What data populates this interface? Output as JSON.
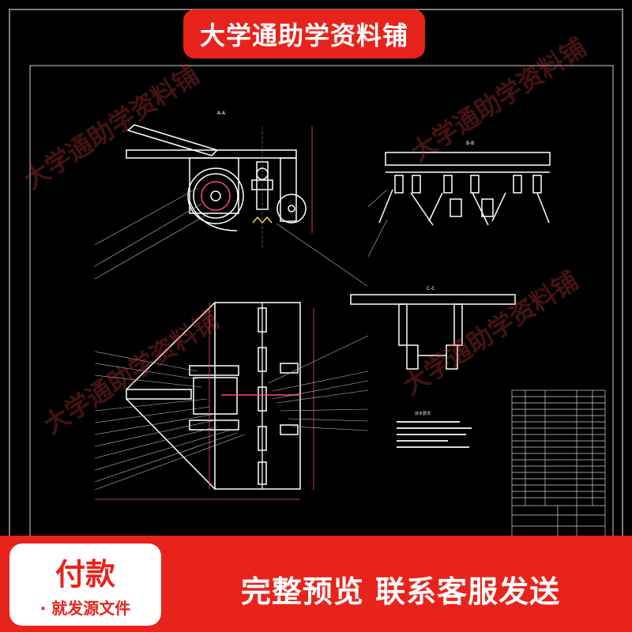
{
  "banner": {
    "shop_name": "大学通助学资料铺"
  },
  "watermark": {
    "text": "大学通助学资料铺"
  },
  "footer": {
    "pay_title": "付款",
    "pay_subtitle": "· 就发源文件",
    "message": "完整预览  联系客服发送"
  },
  "drawing": {
    "view_labels": {
      "top_left": "A-A",
      "top_right": "B-B",
      "middle_right": "C-C"
    },
    "tech_requirements_title": "技术要求"
  },
  "colors": {
    "background": "#000000",
    "accent_red": "#e8231c",
    "line_white": "#ffffff",
    "dim_pink": "#ff4b6e",
    "watermark_red": "#d23c37"
  }
}
